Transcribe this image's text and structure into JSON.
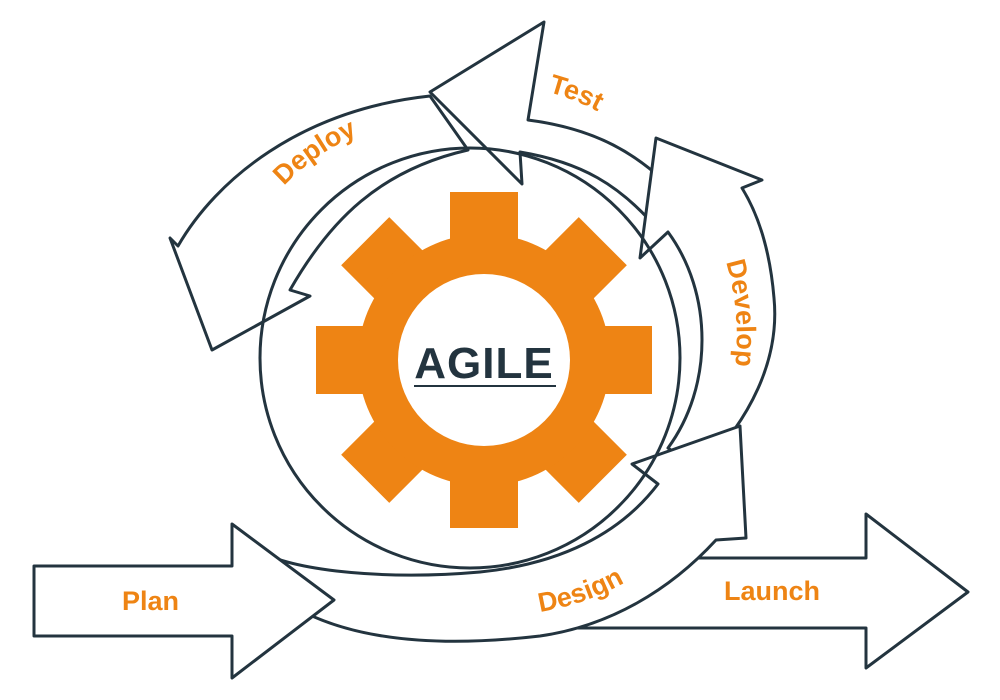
{
  "center": {
    "title": "AGILE"
  },
  "stages": {
    "plan": "Plan",
    "design": "Design",
    "develop": "Develop",
    "test": "Test",
    "deploy": "Deploy",
    "launch": "Launch"
  },
  "colors": {
    "accent": "#ee8414",
    "outline": "#23343f",
    "background": "#ffffff"
  },
  "icons": {
    "center": "gear-icon"
  }
}
